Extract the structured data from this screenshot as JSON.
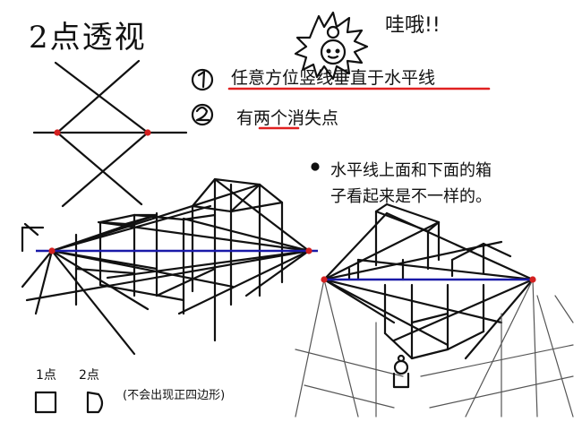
{
  "title": "2点透视",
  "exclamation": "哇哦!!",
  "rules": [
    {
      "number": "①",
      "text": "任意方位竖线垂直于水平线"
    },
    {
      "number": "②",
      "text": "有两个消失点"
    }
  ],
  "note": {
    "line1": "水平线上面和下面的箱",
    "line2": "子看起来是不一样的。"
  },
  "labels": {
    "one_point": "1点",
    "two_point": "2点",
    "caption": "(不会出现正四边形)"
  },
  "colors": {
    "ink": "#111111",
    "horizon": "#1a1aa8",
    "vanishing_point": "#d42020",
    "underline": "#e02020"
  }
}
